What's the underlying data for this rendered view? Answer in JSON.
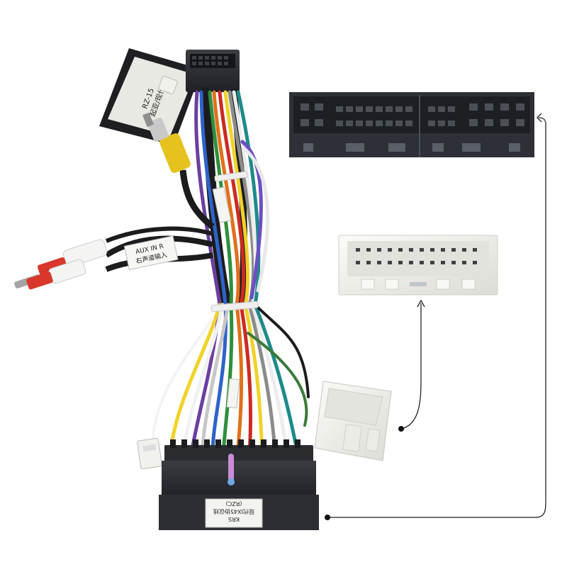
{
  "image": {
    "subject": "car stereo wiring harness with connectors",
    "colors": {
      "background": "#ffffff",
      "black_connector": "#2b2e33",
      "white_connector": "#f2f2ee",
      "rca_red": "#d9372b",
      "rca_yellow": "#e6c21f",
      "callout_line": "#222222"
    }
  },
  "labels": {
    "aux_line1": "AUX IN R",
    "aux_line2": "右声道输入",
    "module_line1": "RZ-15",
    "module_line2": "起亚/现代",
    "connector_line1": "KRS",
    "connector_line2": "现代IX45协议线",
    "connector_line3": "(RZC)"
  }
}
